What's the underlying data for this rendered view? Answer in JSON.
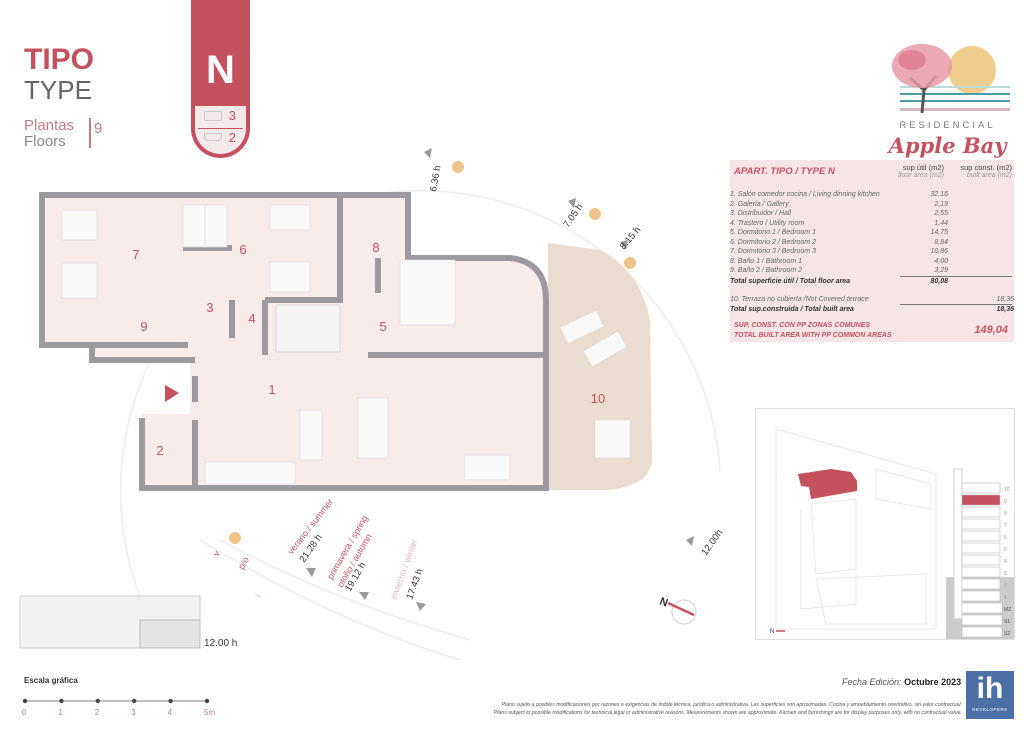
{
  "header": {
    "tipo": "TIPO",
    "type": "TYPE",
    "plantas": "Plantas",
    "floors": "Floors",
    "floor_number": "9",
    "type_letter": "N",
    "bedrooms": "3",
    "bathrooms": "2"
  },
  "brand": {
    "line1": "RESIDENCIAL",
    "line2": "Apple Bay"
  },
  "table": {
    "title": "APART. TIPO / TYPE N",
    "col1": "sup útil (m2)",
    "col1_sub": "floor area (m2)",
    "col2": "sup const. (m2)",
    "col2_sub": "built area (m2)",
    "rooms": [
      {
        "label": "1. Salón comedor cocina / Living dinning kitchen",
        "value": "32,16"
      },
      {
        "label": "2. Galería / Gallery",
        "value": "2,19"
      },
      {
        "label": "3. Distribuidor / Hall",
        "value": "2,55"
      },
      {
        "label": "4. Trastero / Utility room",
        "value": "1,44"
      },
      {
        "label": "5. Dormitorio 1 / Bedroom 1",
        "value": "14,75"
      },
      {
        "label": "6. Dormitorio 2 / Bedroom 2",
        "value": "8,84"
      },
      {
        "label": "7. Dormitorio 3 / Bedroom 3",
        "value": "10,86"
      },
      {
        "label": "8. Baño 1 / Bathroom 1",
        "value": "4,00"
      },
      {
        "label": "9. Baño 2 / Bathroom 2",
        "value": "3,29"
      }
    ],
    "total_floor_label": "Total superficie útil / Total floor area",
    "total_floor": "80,08",
    "terrace_label": "10. Terraza no cubierta /Not Covered terrace",
    "terrace": "18,36",
    "total_built_label": "Total sup.construida / Total built area",
    "total_built": "18,36",
    "pp_label1": "SUP. CONST. CON PP ZONAS COMUNES",
    "pp_label2": "TOTAL BUILT AREA WITH PP COMMON AREAS",
    "pp_value": "149,04"
  },
  "plan": {
    "rooms": [
      "1",
      "2",
      "3",
      "4",
      "5",
      "6",
      "7",
      "8",
      "9",
      "10"
    ]
  },
  "sun": {
    "t1": "6.36 h",
    "t2": "7.05 h",
    "t3": "8.15 h",
    "t4": "12.00h",
    "t5": "12.00 h",
    "v": "v",
    "po": "p/o",
    "i": "i",
    "summer": "verano / summer",
    "summer_t": "21.28 h",
    "spring": "primavera / spring",
    "autumn": "otoño / autumn",
    "spring_t": "19.12 h",
    "winter": "invierno / winter",
    "winter_t": "17.43 h",
    "north": "N"
  },
  "site": {
    "floors": [
      "10",
      "9",
      "8",
      "7",
      "6",
      "5",
      "4",
      "3",
      "2",
      "1",
      "MZ",
      "S1",
      "S2"
    ],
    "north": "N"
  },
  "scale": {
    "title": "Escala gráfica",
    "ticks": [
      "0",
      "1",
      "2",
      "3",
      "4",
      "5m"
    ]
  },
  "footer": {
    "fecha_label": "Fecha Edición:",
    "fecha": "Octubre 2023",
    "disclaimer_es": "Plano sujeto a posibles modificaciones por razones o exigencias de índole técnica,  jurídica o administrativa. Las superficies son aproximadas. Cocina y amueblamiento orientativo, sin valor contractual.",
    "disclaimer_en": "Plans subject to possible modifications for technical,legal or administrative reasons. Measurements shown are approximate. Kitchen and furnishings are for display purposes only, with no contractual value.",
    "dev_logo": "ih",
    "dev_sub": "DEVELOPERS"
  },
  "colors": {
    "accent": "#c5515f",
    "wall": "#9a9a9f",
    "floor": "#f7ecea",
    "terrace": "#ebdcd0",
    "sun": "#eec48a"
  }
}
